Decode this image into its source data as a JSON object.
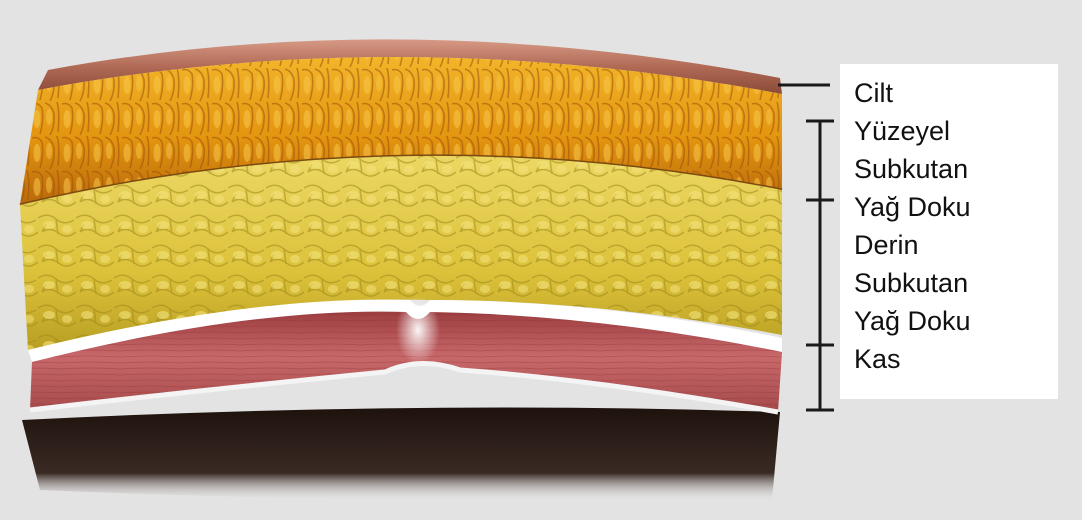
{
  "legend": {
    "lines": [
      "Cilt",
      "Yüzeyel",
      "Subkutan",
      "Yağ Doku",
      "Derin",
      "Subkutan",
      "Yağ Doku",
      "Kas"
    ]
  },
  "colors": {
    "background": "#e3e3e3",
    "skin": "#b06a55",
    "superficial_fat": "#e3950f",
    "deep_fat": "#e0c43a",
    "fascia": "#ffffff",
    "muscle": "#b85658",
    "shadow": "#2a1c16",
    "bracket": "#1a1a1a"
  }
}
